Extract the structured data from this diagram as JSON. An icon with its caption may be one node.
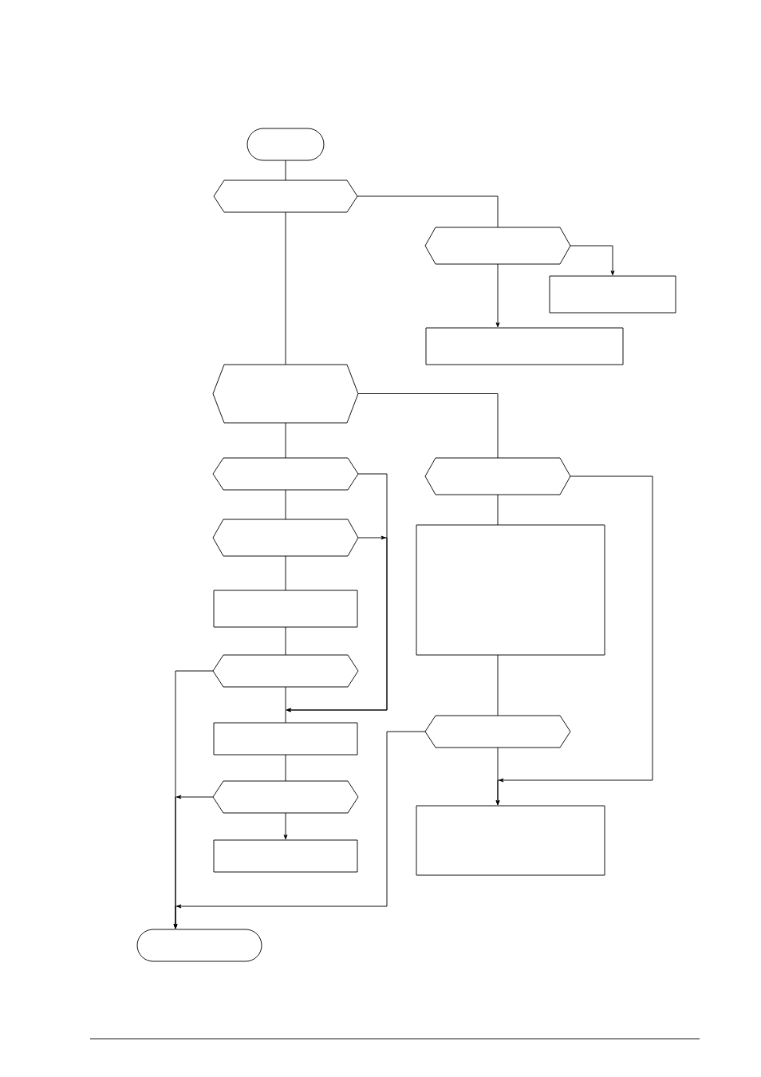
{
  "diagram": {
    "nodes": [
      {
        "text": [],
        "shape": "capsule"
      },
      {
        "text": [],
        "shape": "hexagon"
      },
      {
        "text": [],
        "shape": "hexagon"
      },
      {
        "text": [],
        "shape": "box"
      },
      {
        "text": [],
        "shape": "box"
      },
      {
        "text": [],
        "shape": "hexagon"
      },
      {
        "text": [],
        "shape": "hexagon"
      },
      {
        "text": [],
        "shape": "hexagon"
      },
      {
        "text": [],
        "shape": "hexagon"
      },
      {
        "text": [],
        "shape": "box"
      },
      {
        "text": [],
        "shape": "box"
      },
      {
        "text": [],
        "shape": "hexagon"
      },
      {
        "text": [],
        "shape": "hexagon"
      },
      {
        "text": [],
        "shape": "box"
      },
      {
        "text": [],
        "shape": "hexagon"
      },
      {
        "text": [],
        "shape": "box"
      },
      {
        "text": [],
        "shape": "box"
      },
      {
        "text": [],
        "shape": "capsule"
      }
    ],
    "edges": [
      {
        "from": 0,
        "to": 1,
        "arrow": "none"
      },
      {
        "from": 1,
        "to": 2,
        "arrow": "none"
      },
      {
        "from": 1,
        "to": 5,
        "arrow": "none"
      },
      {
        "from": 2,
        "to": 3,
        "arrow": "to"
      },
      {
        "from": 2,
        "to": 4,
        "arrow": "to"
      },
      {
        "from": 5,
        "to": 6,
        "arrow": "none"
      },
      {
        "from": 5,
        "to": 7,
        "arrow": "none"
      },
      {
        "from": 6,
        "to": 8,
        "arrow": "none"
      },
      {
        "from": 6,
        "to": 13,
        "arrow": "to"
      },
      {
        "from": 7,
        "to": 9,
        "arrow": "none"
      },
      {
        "from": 7,
        "to": 15,
        "arrow": "to"
      },
      {
        "from": 8,
        "to": 10,
        "arrow": "none"
      },
      {
        "from": 8,
        "to": 13,
        "arrow": "to"
      },
      {
        "from": 9,
        "to": 12,
        "arrow": "none"
      },
      {
        "from": 10,
        "to": 11,
        "arrow": "none"
      },
      {
        "from": 11,
        "to": 13,
        "arrow": "none"
      },
      {
        "from": 11,
        "to": 17,
        "arrow": "to"
      },
      {
        "from": 12,
        "to": 15,
        "arrow": "to"
      },
      {
        "from": 12,
        "to": 17,
        "arrow": "to"
      },
      {
        "from": 13,
        "to": 14,
        "arrow": "none"
      },
      {
        "from": 14,
        "to": 16,
        "arrow": "to"
      },
      {
        "from": 14,
        "to": 17,
        "arrow": "to"
      }
    ]
  }
}
